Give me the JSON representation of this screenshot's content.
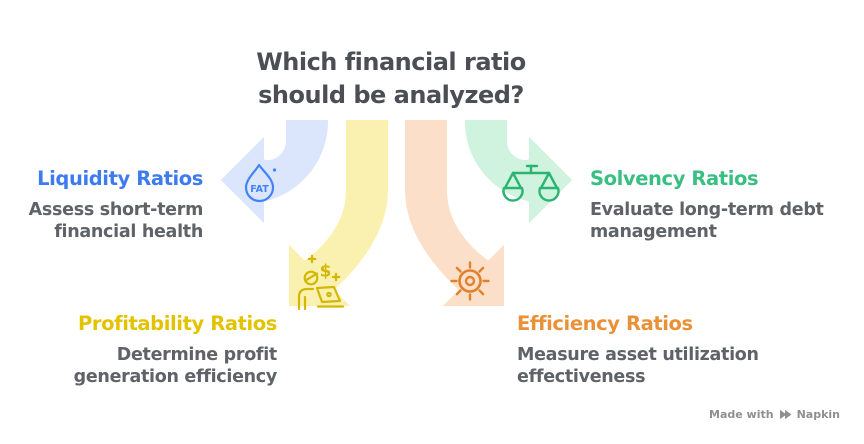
{
  "title": {
    "lines": [
      "Which financial ratio",
      "should be analyzed?"
    ]
  },
  "nodes": {
    "liquidity": {
      "title": "Liquidity Ratios",
      "desc_lines": [
        "Assess short-term",
        "financial health"
      ],
      "icon": "water-droplet-icon",
      "icon_label": "FAT"
    },
    "solvency": {
      "title": "Solvency Ratios",
      "desc_lines": [
        "Evaluate long-term debt",
        "management"
      ],
      "icon": "balance-scale-icon"
    },
    "profitability": {
      "title": "Profitability Ratios",
      "desc_lines": [
        "Determine profit",
        "generation efficiency"
      ],
      "icon": "person-laptop-dollar-icon"
    },
    "efficiency": {
      "title": "Efficiency Ratios",
      "desc_lines": [
        "Measure asset utilization",
        "effectiveness"
      ],
      "icon": "sun-gear-icon"
    }
  },
  "colors": {
    "title_text": "#4b4e54",
    "desc_text": "#5f6368",
    "liquidity_accent": "#3d7bee",
    "solvency_accent": "#38bf81",
    "profitability_accent": "#e3c301",
    "efficiency_accent": "#ea9138",
    "arrow_blue_fill": "#dbe6fd",
    "arrow_yellow_fill": "#faf1b0",
    "arrow_orange_fill": "#fbdfc8",
    "arrow_green_fill": "#cff3de",
    "icon_blue": "#4284f5",
    "icon_green": "#2bb373",
    "icon_yellow": "#d2b705",
    "icon_orange": "#e0822d",
    "watermark_text": "#8f8f8f"
  },
  "watermark": {
    "made_with": "Made with",
    "brand": "Napkin"
  }
}
